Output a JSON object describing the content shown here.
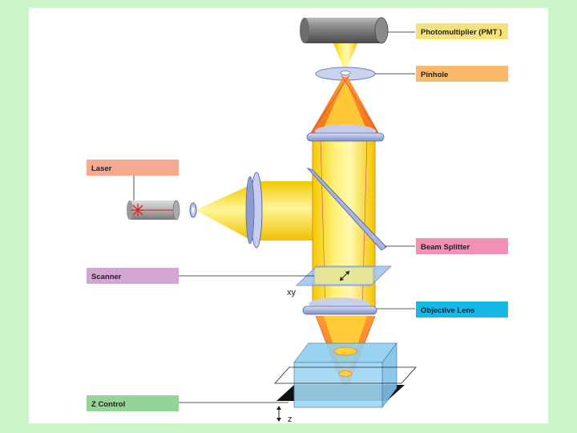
{
  "labels": {
    "pmt": "Photomultiplier (PMT )",
    "pinhole": "Pinhole",
    "laser": "Laser",
    "beam_splitter": "Beam Splitter",
    "scanner": "Scanner",
    "objective": "Objective Lens",
    "z_control": "Z Control"
  },
  "axes": {
    "xy": "xy",
    "z": "z"
  },
  "colors": {
    "page_background": "#ccf5cc",
    "panel": "#ffffff",
    "pmt_label": "#f7e27a",
    "pinhole_label": "#f9b86a",
    "laser_label": "#f6a98f",
    "beam_splitter_label": "#f48fb8",
    "scanner_label": "#d4a6d4",
    "objective_label": "#16b8e6",
    "z_control_label": "#94d494",
    "beam_yellow": "#ffe83a",
    "emission_orange": "#f08020",
    "lens_blue": "#a7b4e0"
  }
}
